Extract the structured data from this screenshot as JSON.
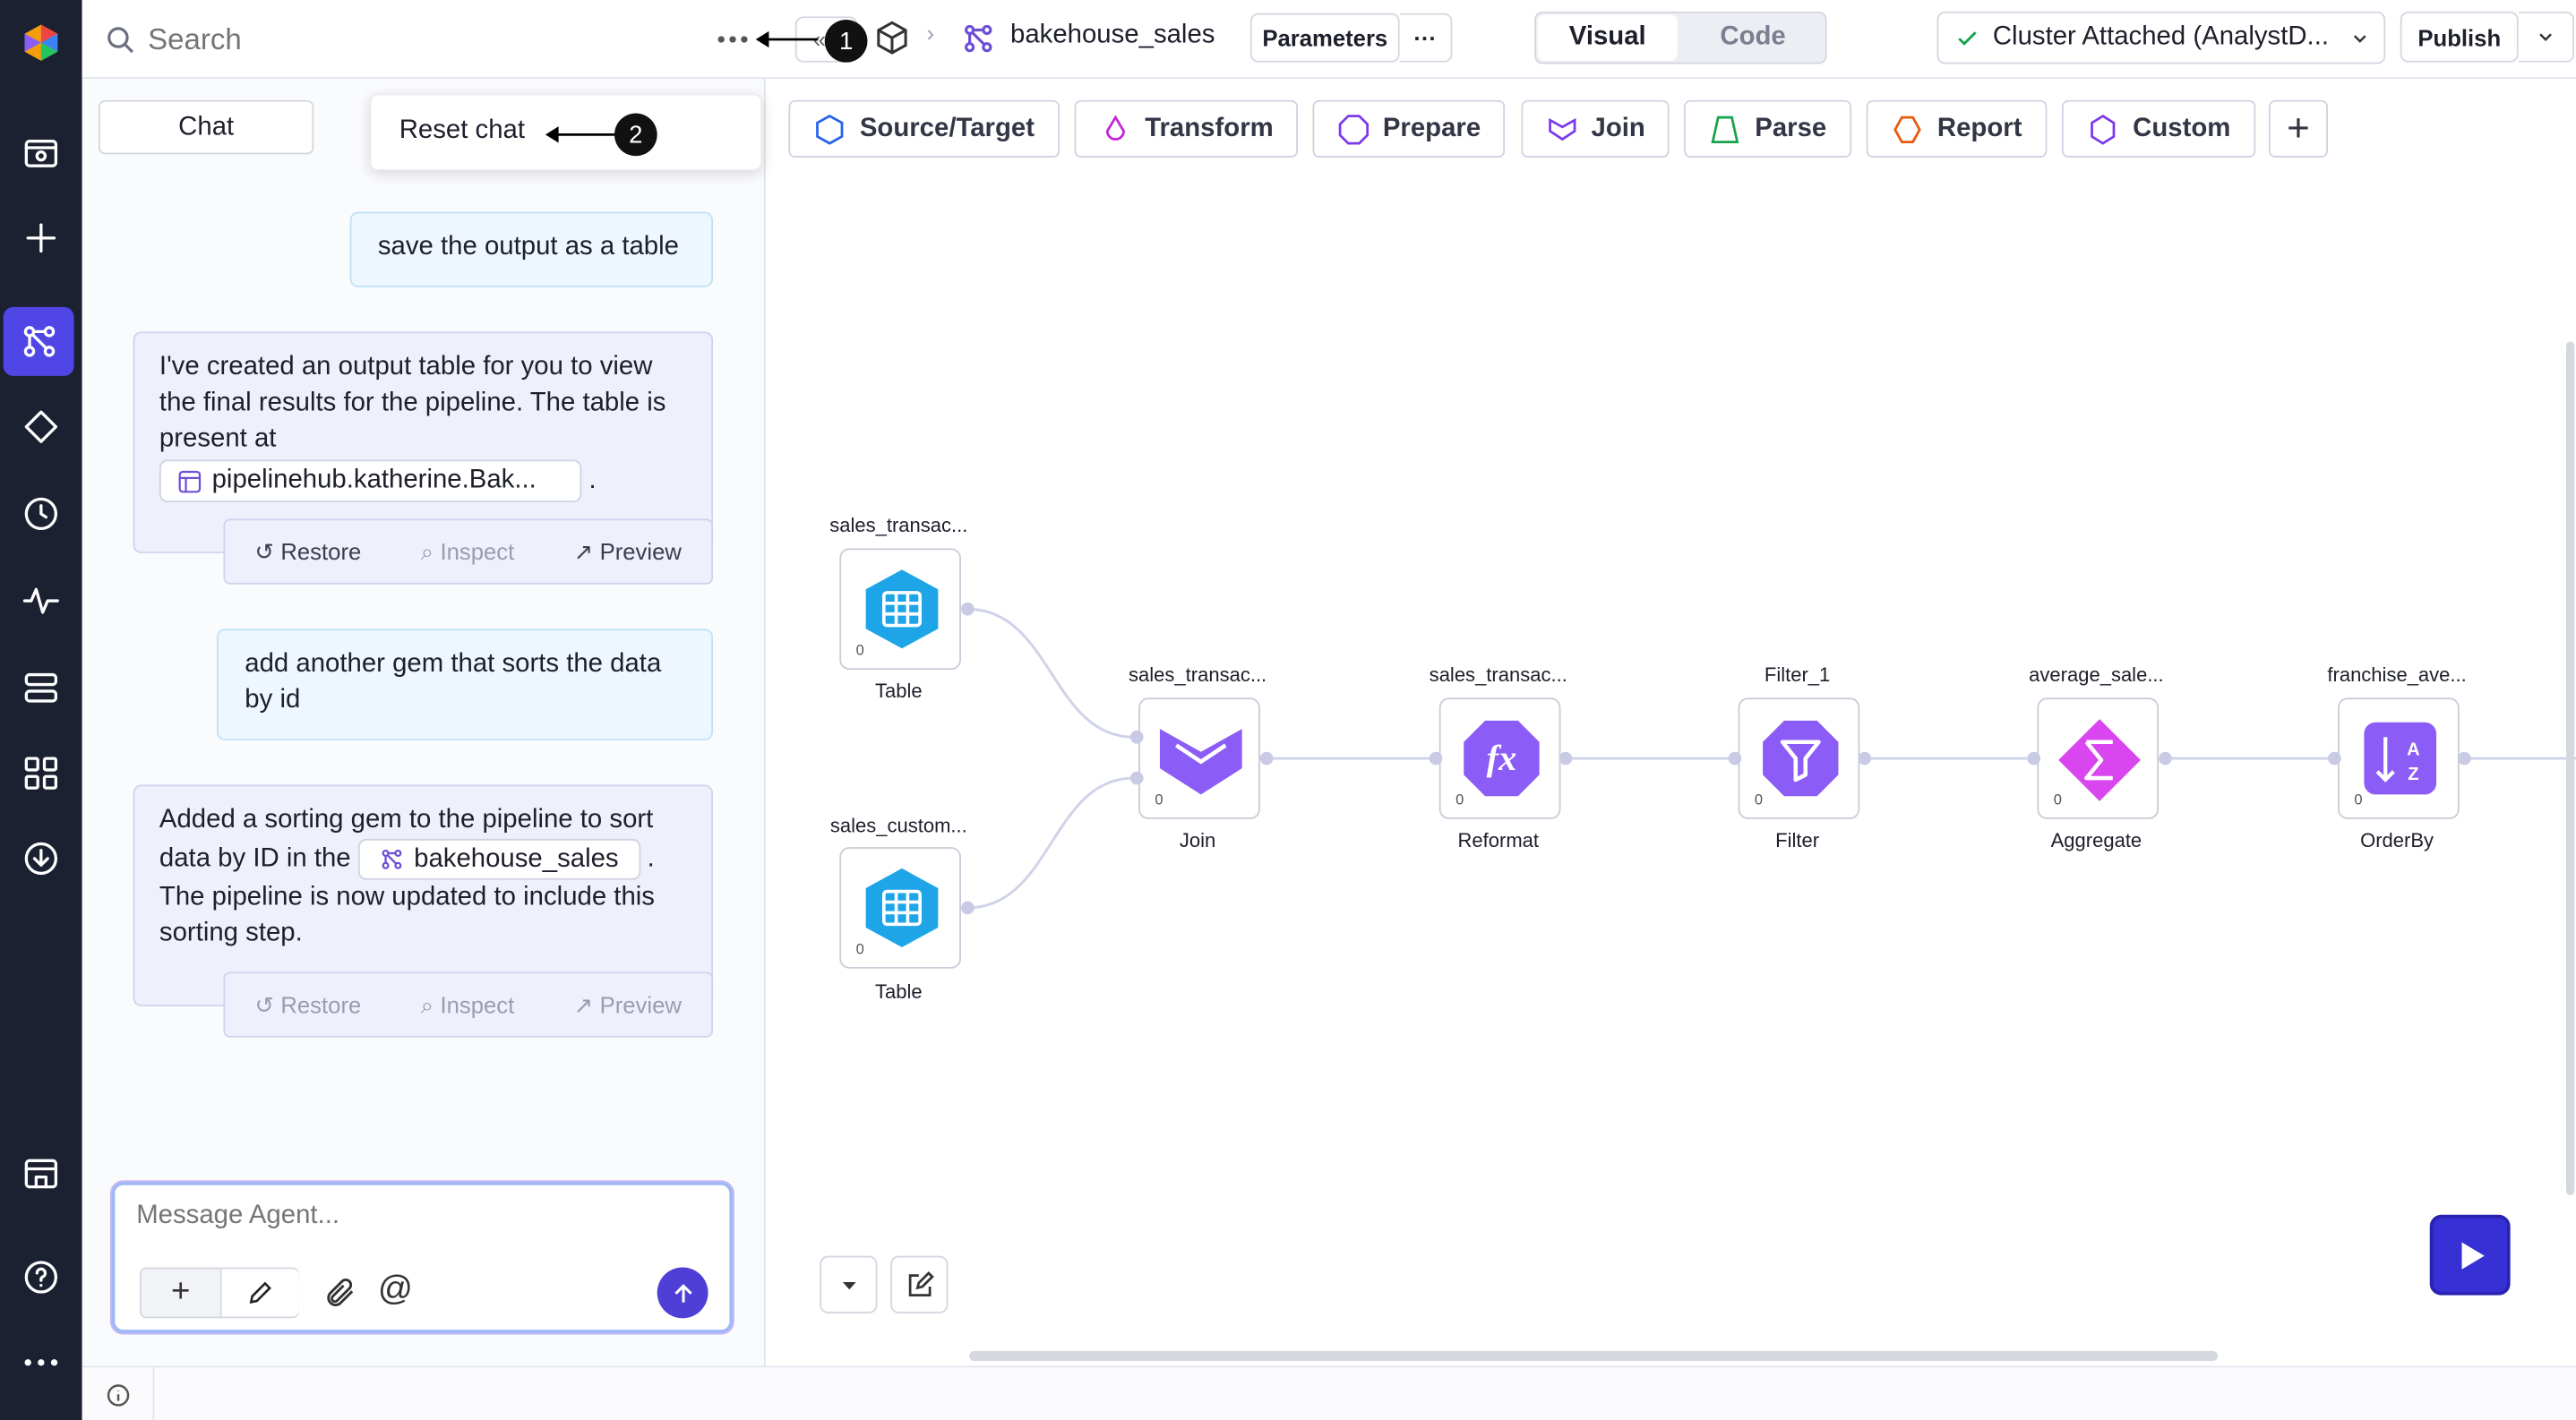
{
  "search": {
    "placeholder": "Search"
  },
  "menu": {
    "reset_chat": "Reset chat"
  },
  "tabs": {
    "chat": "Chat"
  },
  "callouts": [
    "1",
    "2"
  ],
  "messages": {
    "user1": "save the output as a table",
    "agent1_text": "I've created an output table for you to view the final results for the pipeline. The table is present at",
    "agent1_chip": "pipelinehub.katherine.Bak...",
    "agent1_end": ".",
    "user2": "add another gem that sorts the data by id",
    "agent2_before": "Added a sorting gem to the pipeline to sort data by ID in the",
    "agent2_chip": "bakehouse_sales",
    "agent2_after": ". The pipeline is now updated to include this sorting step."
  },
  "actions": {
    "restore": "Restore",
    "inspect": "Inspect",
    "preview": "Preview"
  },
  "composer": {
    "placeholder": "Message Agent..."
  },
  "topbar": {
    "pipeline_name": "bakehouse_sales",
    "parameters": "Parameters",
    "more": "···",
    "visual": "Visual",
    "code": "Code",
    "cluster": "Cluster Attached (AnalystD...",
    "publish": "Publish"
  },
  "gems": {
    "source_target": "Source/Target",
    "transform": "Transform",
    "prepare": "Prepare",
    "join": "Join",
    "parse": "Parse",
    "report": "Report",
    "custom": "Custom"
  },
  "nodes": [
    {
      "title": "sales_transac...",
      "label": "Table",
      "count": "0"
    },
    {
      "title": "sales_custom...",
      "label": "Table",
      "count": "0"
    },
    {
      "title": "sales_transac...",
      "label": "Join",
      "count": "0"
    },
    {
      "title": "sales_transac...",
      "label": "Reformat",
      "count": "0"
    },
    {
      "title": "Filter_1",
      "label": "Filter",
      "count": "0"
    },
    {
      "title": "average_sale...",
      "label": "Aggregate",
      "count": "0"
    },
    {
      "title": "franchise_ave...",
      "label": "OrderBy",
      "count": "0"
    }
  ],
  "colors": {
    "rail": "#1b2131",
    "accent": "#4f46e5",
    "table": "#1da5e8",
    "purple": "#8b5cf6",
    "pink": "#d946ef"
  }
}
